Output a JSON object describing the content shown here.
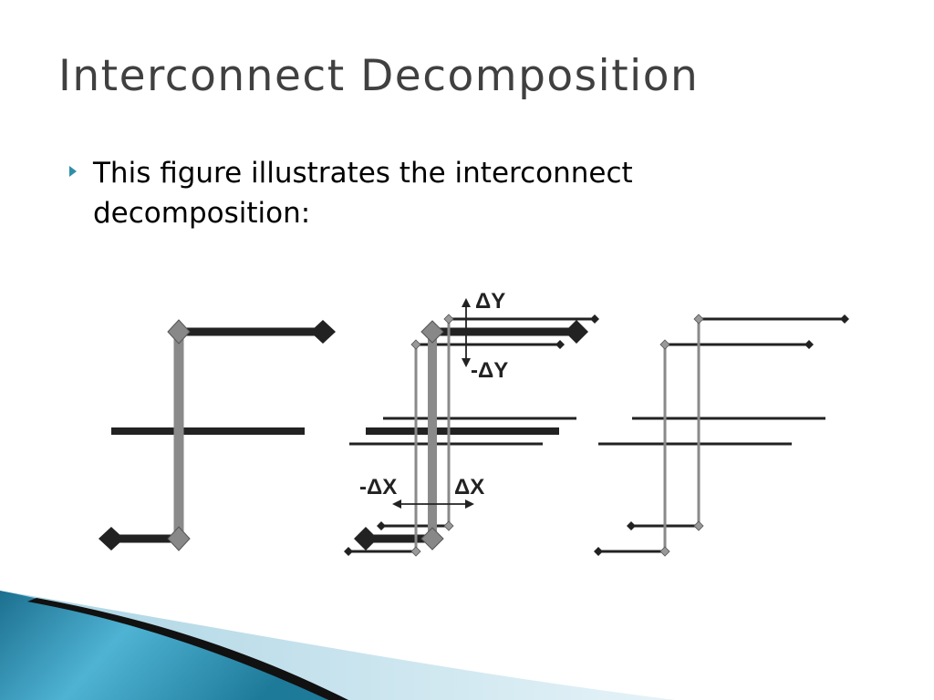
{
  "slide": {
    "title": "Interconnect Decomposition",
    "bullet": "This figure illustrates the interconnect decomposition:"
  },
  "figure": {
    "labels": {
      "delta_y_up": "ΔY",
      "delta_y_down": "-ΔY",
      "delta_x_left": "-ΔX",
      "delta_x_right": "ΔX"
    }
  },
  "colors": {
    "title": "#404040",
    "bullet_accent": "#2f8fa8",
    "wire_dark": "#222222",
    "wire_gray": "#888888",
    "footer_teal": "#3a9cbb"
  }
}
